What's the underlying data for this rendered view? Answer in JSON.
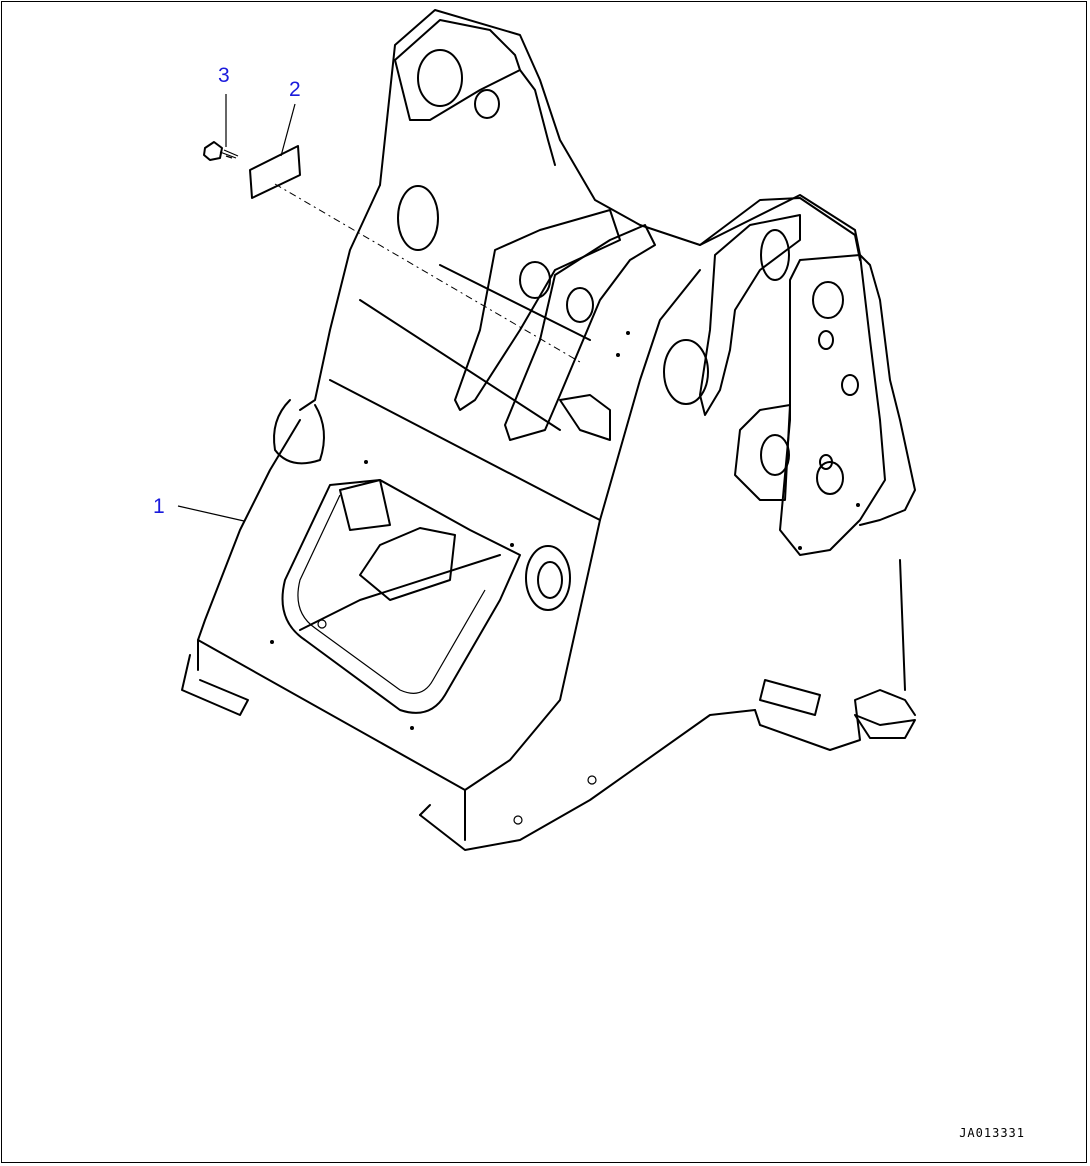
{
  "callouts": [
    {
      "id": "1",
      "label": "1"
    },
    {
      "id": "2",
      "label": "2"
    },
    {
      "id": "3",
      "label": "3"
    }
  ],
  "drawing_code": "JA013331",
  "parts": [
    {
      "callout": "1",
      "icon": "frame-icon"
    },
    {
      "callout": "2",
      "icon": "plate-icon"
    },
    {
      "callout": "3",
      "icon": "bolt-icon"
    }
  ],
  "colors": {
    "callout_text": "#1a1adc",
    "line": "#000000",
    "background": "#ffffff"
  }
}
